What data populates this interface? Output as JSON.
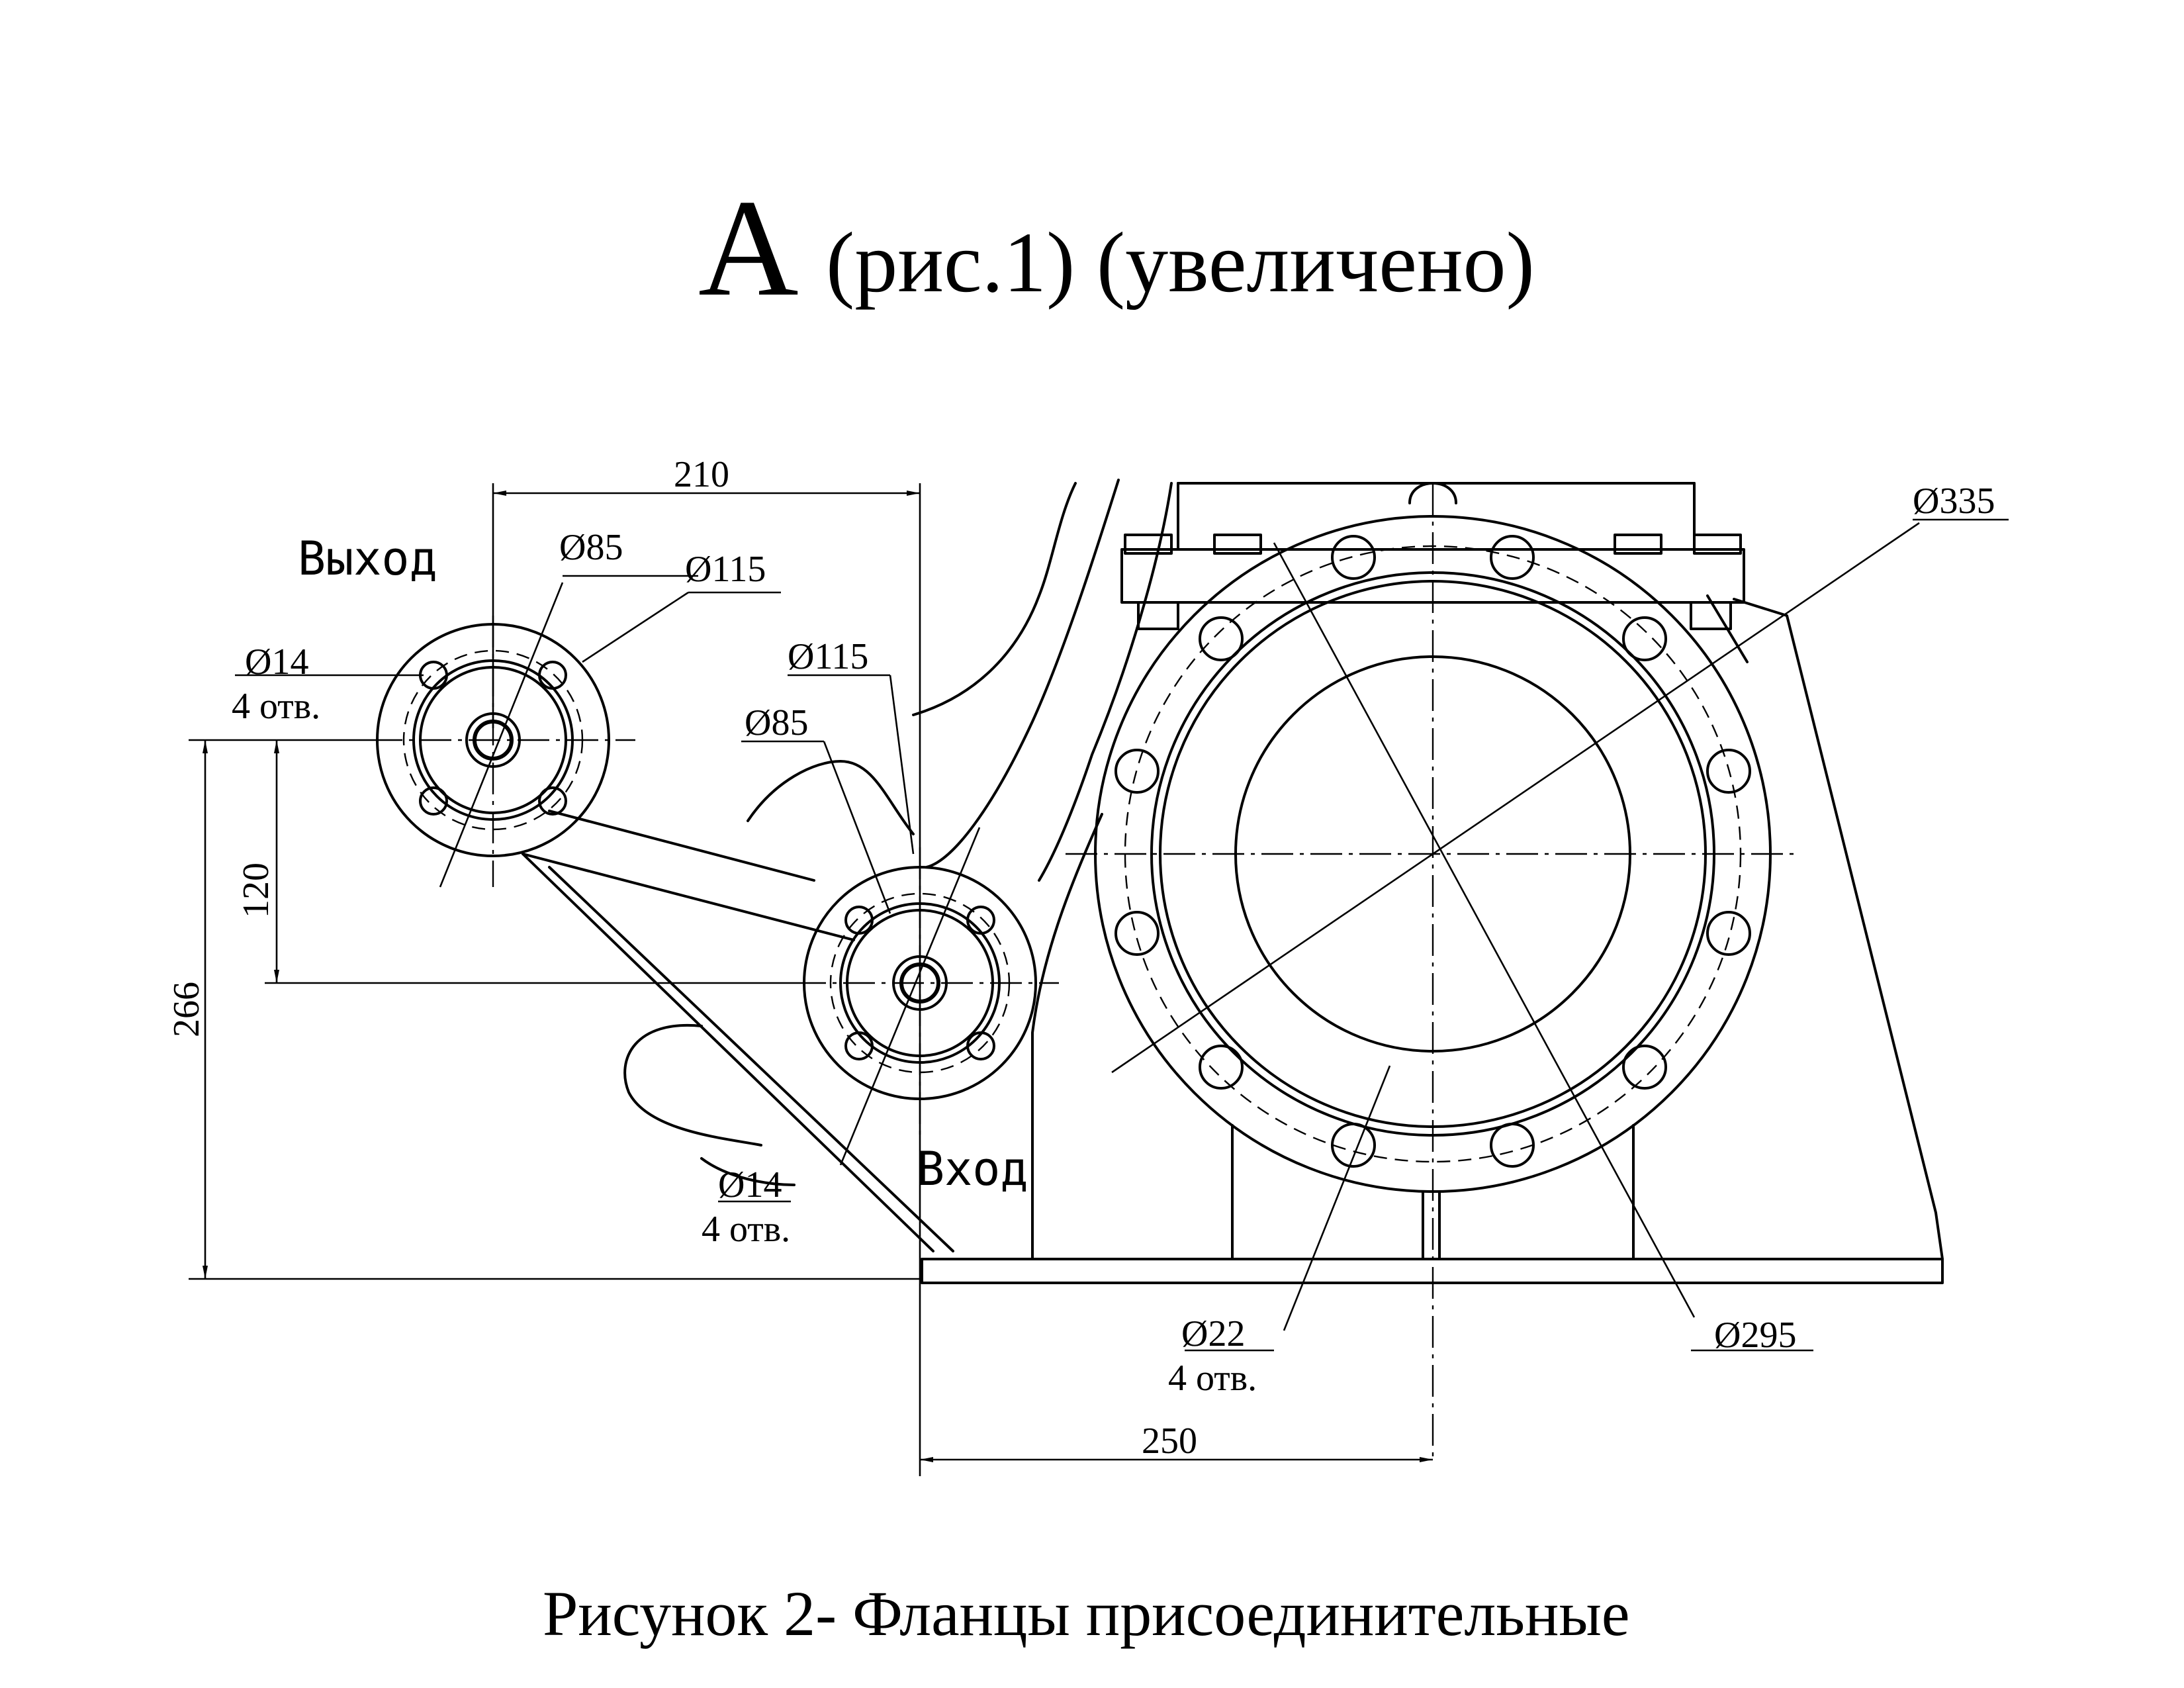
{
  "title": {
    "letter": "А",
    "rest": "(рис.1) (увеличено)"
  },
  "caption": "Рисунок 2- Фланцы присоединительные",
  "labels": {
    "outlet": "Выход",
    "inlet": "Вход"
  },
  "dimensions": {
    "horiz_top": "210",
    "horiz_bottom": "250",
    "vert_inner": "120",
    "vert_outer": "266",
    "outlet_d85": "Ø85",
    "outlet_d115": "Ø115",
    "outlet_d14": "Ø14",
    "outlet_holes": "4 отв.",
    "inlet_d115": "Ø115",
    "inlet_d85": "Ø85",
    "inlet_d14": "Ø14",
    "inlet_holes": "4 отв.",
    "big_d335": "Ø335",
    "big_d295": "Ø295",
    "big_d22": "Ø22",
    "big_holes": "4 отв."
  }
}
